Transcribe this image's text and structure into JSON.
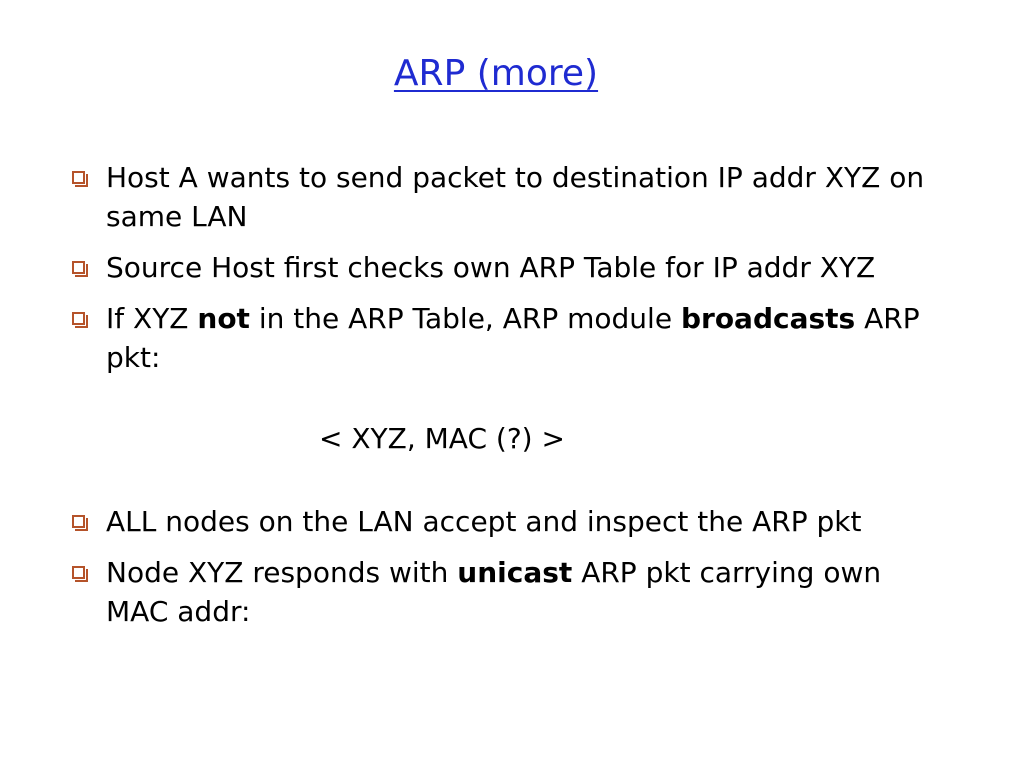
{
  "slide": {
    "title": "ARP (more)",
    "bullets_top": [
      {
        "id": 1,
        "parts": [
          {
            "text": "Host A wants to send packet to destination IP addr XYZ on same LAN",
            "bold": false
          }
        ]
      },
      {
        "id": 2,
        "parts": [
          {
            "text": "Source Host first checks own ARP Table for IP addr XYZ",
            "bold": false
          }
        ]
      },
      {
        "id": 3,
        "parts": [
          {
            "text": "If XYZ ",
            "bold": false
          },
          {
            "text": "not",
            "bold": true
          },
          {
            "text": " in the ARP Table, ARP module ",
            "bold": false
          },
          {
            "text": "broadcasts",
            "bold": true
          },
          {
            "text": " ARP pkt:",
            "bold": false
          }
        ]
      }
    ],
    "center_line": "< XYZ, MAC (?) >",
    "bullets_bottom": [
      {
        "id": 4,
        "parts": [
          {
            "text": "ALL nodes on the LAN accept and inspect the ARP pkt",
            "bold": false
          }
        ]
      },
      {
        "id": 5,
        "parts": [
          {
            "text": "Node XYZ responds with ",
            "bold": false
          },
          {
            "text": "unicast",
            "bold": true
          },
          {
            "text": " ARP pkt carrying own MAC addr:",
            "bold": false
          }
        ]
      }
    ],
    "colors": {
      "title": "#1f2bd1",
      "bullet": "#b5532a",
      "text": "#000000",
      "background": "#ffffff"
    }
  }
}
